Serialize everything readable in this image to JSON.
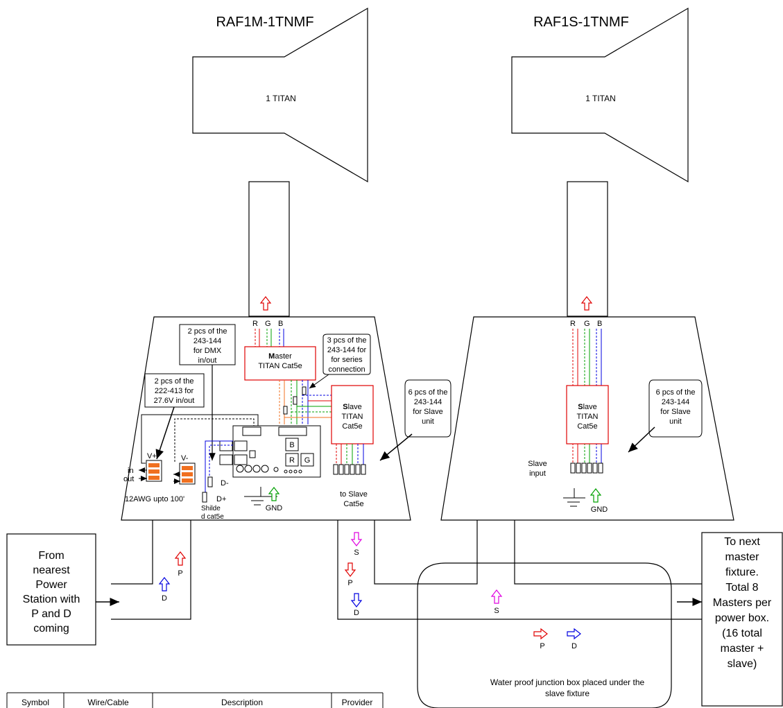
{
  "fixtures": {
    "master": {
      "title": "RAF1M-1TNMF",
      "head_label": "1 TITAN"
    },
    "slave": {
      "title": "RAF1S-1TNMF",
      "head_label": "1 TITAN"
    }
  },
  "master_box": {
    "rgb": [
      "R",
      "G",
      "B"
    ],
    "dmx_note": [
      "2 pcs of the",
      "243-144",
      "for DMX",
      "in/out"
    ],
    "power_note": [
      "2 pcs of the",
      "222-413 for",
      "27.6V in/out"
    ],
    "series_note": [
      "3 pcs of the",
      "243-144 for",
      "for series",
      "connection"
    ],
    "slave_note": [
      "6 pcs of the",
      "243-144",
      "for Slave",
      "unit"
    ],
    "master_card": {
      "bold": "M",
      "rest": "aster",
      "line2": "TITAN Cat5e"
    },
    "slave_card": {
      "bold": "S",
      "rest": "lave",
      "line2": "TITAN",
      "line3": "Cat5e"
    },
    "board_keys": [
      "B",
      "R",
      "G"
    ],
    "v_plus": "V+",
    "v_minus": "V-",
    "in_label": "in",
    "out_label": "out",
    "d_minus": "D-",
    "d_plus": "D+",
    "shield": [
      "Shilde",
      "d cat5e"
    ],
    "wire_note": "12AWG upto 100'",
    "gnd": "GND",
    "to_slave": [
      "to Slave",
      "Cat5e"
    ]
  },
  "slave_box": {
    "rgb": [
      "R",
      "G",
      "B"
    ],
    "slave_card": {
      "bold": "S",
      "rest": "lave",
      "line2": "TITAN",
      "line3": "Cat5e"
    },
    "slave_note": [
      "6 pcs of the",
      "243-144",
      "for Slave",
      "unit"
    ],
    "input_label": [
      "Slave",
      "input"
    ],
    "gnd": "GND"
  },
  "source_box": [
    "From",
    "nearest",
    "Power",
    "Station with",
    "P and D",
    "coming"
  ],
  "next_box": [
    "To next",
    "master",
    "fixture.",
    "Total 8",
    "Masters per",
    "power box.",
    "(16 total",
    "master +",
    "slave)"
  ],
  "junction_box": [
    "Water proof junction box placed under the",
    "slave fixture"
  ],
  "signals": {
    "p": "P",
    "d": "D",
    "s": "S"
  },
  "legend_headers": [
    "Symbol",
    "Wire/Cable",
    "Description",
    "Provider"
  ],
  "colors": {
    "red": "#e00000",
    "green": "#00a000",
    "blue": "#0000e0",
    "magenta": "#e000e0",
    "orange": "#f07020",
    "card_border": "#e00000"
  }
}
